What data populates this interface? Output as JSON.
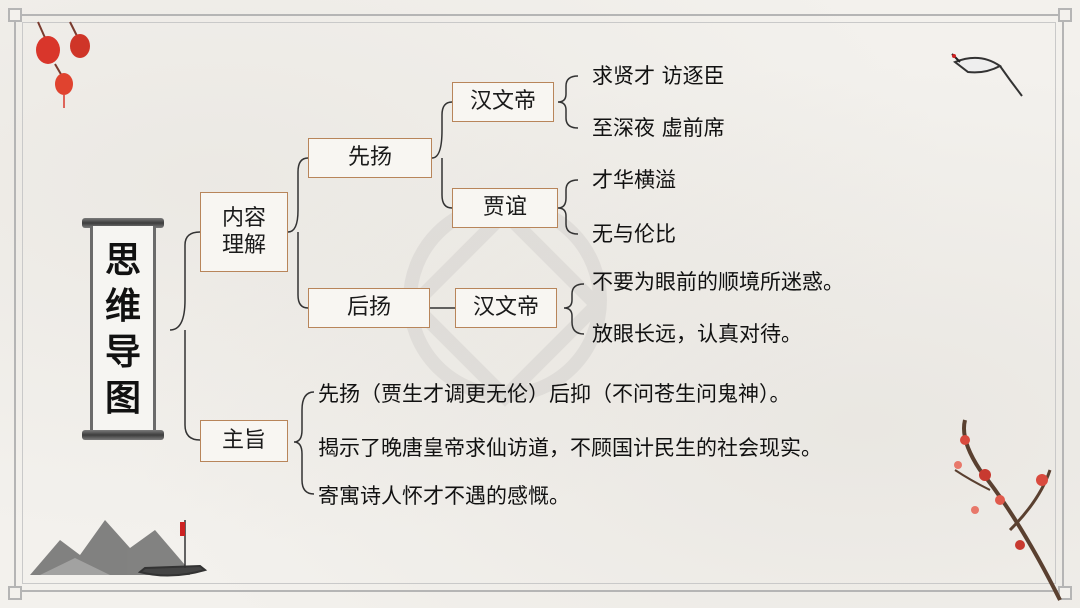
{
  "title_chars": [
    "思",
    "维",
    "导",
    "图"
  ],
  "nodes": {
    "content": "内容\n理解",
    "xianyang": "先扬",
    "houyang": "后扬",
    "hanwendi_1": "汉文帝",
    "jiayi": "贾谊",
    "hanwendi_2": "汉文帝",
    "zhuzhi": "主旨"
  },
  "leaves": {
    "hanwendi_1": [
      "求贤才  访逐臣",
      "至深夜  虚前席"
    ],
    "jiayi": [
      "才华横溢",
      "无与伦比"
    ],
    "hanwendi_2": [
      "不要为眼前的顺境所迷惑。",
      "放眼长远，认真对待。"
    ],
    "zhuzhi": [
      "先扬（贾生才调更无伦）后抑（不问苍生问鬼神）。",
      "揭示了晚唐皇帝求仙访道，不顾国计民生的社会现实。",
      "寄寓诗人怀才不遇的感慨。"
    ]
  },
  "colors": {
    "box_border": "#b8855a",
    "line": "#333333",
    "lantern": "#d9362b"
  }
}
